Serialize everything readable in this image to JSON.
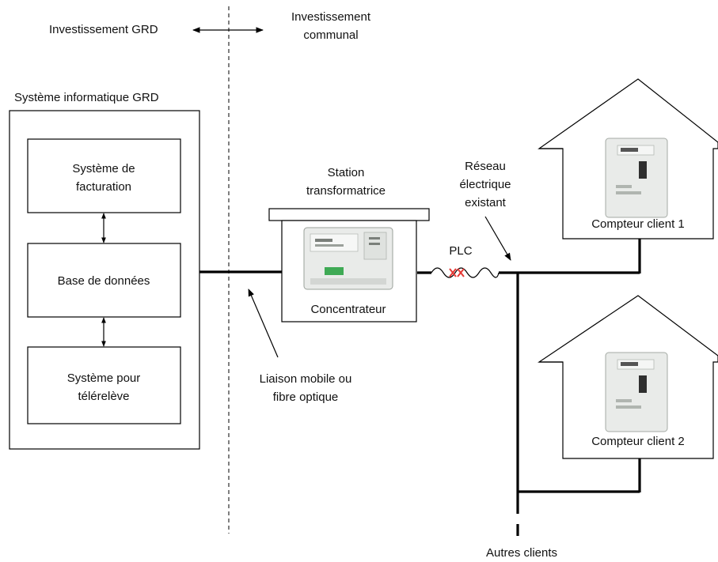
{
  "labels": {
    "investissement_grd": "Investissement GRD",
    "investissement_communal_l1": "Investissement",
    "investissement_communal_l2": "communal",
    "systeme_informatique": "Système informatique GRD",
    "facturation_l1": "Système de",
    "facturation_l2": "facturation",
    "base_donnees": "Base de données",
    "telereleve_l1": "Système pour",
    "telereleve_l2": "télérelève",
    "station_l1": "Station",
    "station_l2": "transformatrice",
    "concentrateur": "Concentrateur",
    "plc": "PLC",
    "reseau_l1": "Réseau",
    "reseau_l2": "électrique",
    "reseau_l3": "existant",
    "compteur_1": "Compteur client 1",
    "compteur_2": "Compteur client 2",
    "liaison_l1": "Liaison mobile ou",
    "liaison_l2": "fibre optique",
    "autres_clients": "Autres clients"
  },
  "colors": {
    "line": "#000000",
    "text": "#111111",
    "plc_noise": "#e53935",
    "device_body": "#e9ebe9"
  },
  "icons": [
    "left-right-arrow-icon",
    "house-icon",
    "meter-icon",
    "concentrator-device-icon"
  ]
}
